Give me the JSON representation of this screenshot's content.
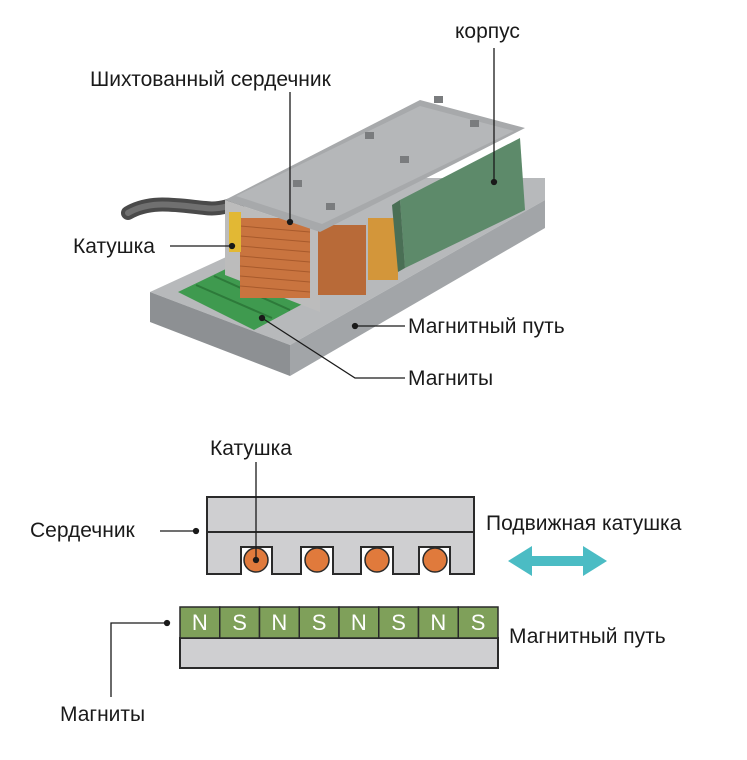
{
  "top_figure": {
    "labels": {
      "housing": "корпус",
      "laminated_core": "Шихтованный сердечник",
      "coil": "Катушка",
      "magnetic_track": "Магнитный путь",
      "magnets": "Магниты"
    }
  },
  "bottom_figure": {
    "labels": {
      "coil": "Катушка",
      "core": "Сердечник",
      "moving_coil": "Подвижная катушка",
      "magnetic_track": "Магнитный путь",
      "magnets": "Магниты"
    },
    "poles": [
      "N",
      "S",
      "N",
      "S",
      "N",
      "S",
      "N",
      "S"
    ]
  },
  "colors": {
    "magnet_green": "#7fa05a",
    "coil_orange": "#e07a3c",
    "arrow_teal": "#4bbcc4",
    "core_grey": "#cfcfd1"
  }
}
